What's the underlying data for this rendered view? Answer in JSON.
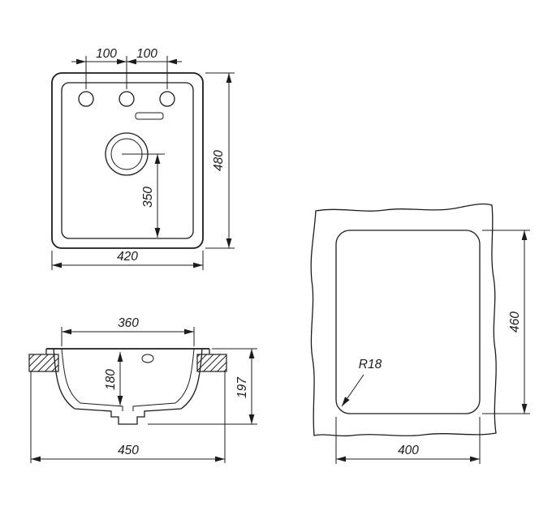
{
  "colors": {
    "line": "#1c1c1c",
    "background": "#ffffff"
  },
  "views": {
    "top": {
      "dims": {
        "faucet_pitch_left": "100",
        "faucet_pitch_right": "100",
        "overall_depth": "480",
        "overall_width": "420",
        "drain_to_front": "350"
      }
    },
    "section": {
      "dims": {
        "bowl_width": "360",
        "bowl_depth": "180",
        "overall_height": "197",
        "min_cabinet_width": "450"
      }
    },
    "cutout": {
      "dims": {
        "corner_radius": "R18",
        "cutout_depth": "460",
        "cutout_width": "400"
      }
    }
  }
}
